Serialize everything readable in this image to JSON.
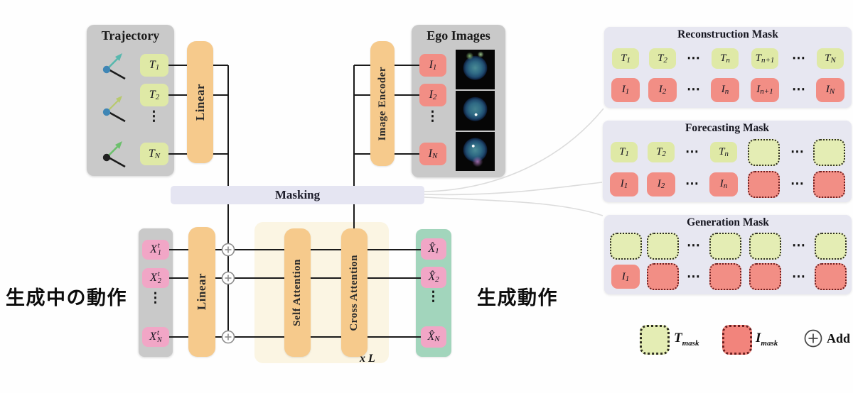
{
  "diagram": {
    "trajectory": {
      "title": "Trajectory",
      "tokens": [
        {
          "base": "T",
          "sub": "1"
        },
        {
          "base": "T",
          "sub": "2"
        },
        {
          "dots": "⋮"
        },
        {
          "base": "T",
          "sub": "N"
        }
      ],
      "icons": [
        "trajectory-pose-arrow",
        "trajectory-pose-arrow",
        "trajectory-pose-arrow"
      ]
    },
    "linear_top": "Linear",
    "image_encoder": "Image Encoder",
    "ego": {
      "title": "Ego Images",
      "tokens": [
        {
          "base": "I",
          "sub": "1"
        },
        {
          "base": "I",
          "sub": "2"
        },
        {
          "dots": "⋮"
        },
        {
          "base": "I",
          "sub": "N"
        }
      ]
    },
    "masking": "Masking",
    "input": {
      "tokens": [
        {
          "base": "X",
          "sup": "t",
          "sub": "1"
        },
        {
          "base": "X",
          "sup": "t",
          "sub": "2"
        },
        {
          "dots": "⋮"
        },
        {
          "base": "X",
          "sup": "t",
          "sub": "N"
        }
      ]
    },
    "linear_bottom": "Linear",
    "self_attention": "Self Attention",
    "cross_attention": "Cross Attention",
    "times_l": "x L",
    "output": {
      "tokens": [
        {
          "base": "X̂",
          "sub": "1"
        },
        {
          "base": "X̂",
          "sub": "2"
        },
        {
          "dots": "⋮"
        },
        {
          "base": "X̂",
          "sub": "N"
        }
      ]
    },
    "label_left": "生成中の動作",
    "label_right": "生成動作"
  },
  "mask_panels": [
    {
      "title": "Reconstruction Mask",
      "rows": [
        [
          {
            "t": "green",
            "m": {
              "base": "T",
              "sub": "1"
            }
          },
          {
            "t": "green",
            "m": {
              "base": "T",
              "sub": "2"
            }
          },
          {
            "t": "dots",
            "m": {
              "dots": "⋯"
            }
          },
          {
            "t": "green",
            "m": {
              "base": "T",
              "sub": "n"
            }
          },
          {
            "t": "green",
            "m": {
              "base": "T",
              "sub": "n+1"
            }
          },
          {
            "t": "dots",
            "m": {
              "dots": "⋯"
            }
          },
          {
            "t": "green",
            "m": {
              "base": "T",
              "sub": "N"
            }
          }
        ],
        [
          {
            "t": "red",
            "m": {
              "base": "I",
              "sub": "1"
            }
          },
          {
            "t": "red",
            "m": {
              "base": "I",
              "sub": "2"
            }
          },
          {
            "t": "dots",
            "m": {
              "dots": "⋯"
            }
          },
          {
            "t": "red",
            "m": {
              "base": "I",
              "sub": "n"
            }
          },
          {
            "t": "red",
            "m": {
              "base": "I",
              "sub": "n+1"
            }
          },
          {
            "t": "dots",
            "m": {
              "dots": "⋯"
            }
          },
          {
            "t": "red",
            "m": {
              "base": "I",
              "sub": "N"
            }
          }
        ]
      ]
    },
    {
      "title": "Forecasting Mask",
      "rows": [
        [
          {
            "t": "green",
            "m": {
              "base": "T",
              "sub": "1"
            }
          },
          {
            "t": "green",
            "m": {
              "base": "T",
              "sub": "2"
            }
          },
          {
            "t": "dots",
            "m": {
              "dots": "⋯"
            }
          },
          {
            "t": "green",
            "m": {
              "base": "T",
              "sub": "n"
            }
          },
          {
            "t": "green-masked"
          },
          {
            "t": "dots",
            "m": {
              "dots": "⋯"
            }
          },
          {
            "t": "green-masked"
          }
        ],
        [
          {
            "t": "red",
            "m": {
              "base": "I",
              "sub": "1"
            }
          },
          {
            "t": "red",
            "m": {
              "base": "I",
              "sub": "2"
            }
          },
          {
            "t": "dots",
            "m": {
              "dots": "⋯"
            }
          },
          {
            "t": "red",
            "m": {
              "base": "I",
              "sub": "n"
            }
          },
          {
            "t": "red-masked"
          },
          {
            "t": "dots",
            "m": {
              "dots": "⋯"
            }
          },
          {
            "t": "red-masked"
          }
        ]
      ]
    },
    {
      "title": "Generation Mask",
      "rows": [
        [
          {
            "t": "green-masked"
          },
          {
            "t": "green-masked"
          },
          {
            "t": "dots",
            "m": {
              "dots": "⋯"
            }
          },
          {
            "t": "green-masked"
          },
          {
            "t": "green-masked"
          },
          {
            "t": "dots",
            "m": {
              "dots": "⋯"
            }
          },
          {
            "t": "green-masked"
          }
        ],
        [
          {
            "t": "red",
            "m": {
              "base": "I",
              "sub": "1"
            }
          },
          {
            "t": "red-masked"
          },
          {
            "t": "dots",
            "m": {
              "dots": "⋯"
            }
          },
          {
            "t": "red-masked"
          },
          {
            "t": "red-masked"
          },
          {
            "t": "dots",
            "m": {
              "dots": "⋯"
            }
          },
          {
            "t": "red-masked"
          }
        ]
      ]
    }
  ],
  "legend": {
    "t_mask": {
      "base": "T",
      "sub": "mask"
    },
    "i_mask": {
      "base": "I",
      "sub": "mask"
    },
    "add_label": "Add"
  },
  "colors": {
    "token_green": "#dfe9a6",
    "token_red": "#f28e85",
    "token_pink": "#f1a6c6",
    "block_orange": "#f6ca8c",
    "panel_gray": "#c9c9c9",
    "panel_lavender": "#e7e7f1",
    "output_teal": "#a2d5bc",
    "attention_cream": "#fbf5e3",
    "line_black": "#1a1a1a",
    "curve_gray": "#dcdcdc"
  }
}
